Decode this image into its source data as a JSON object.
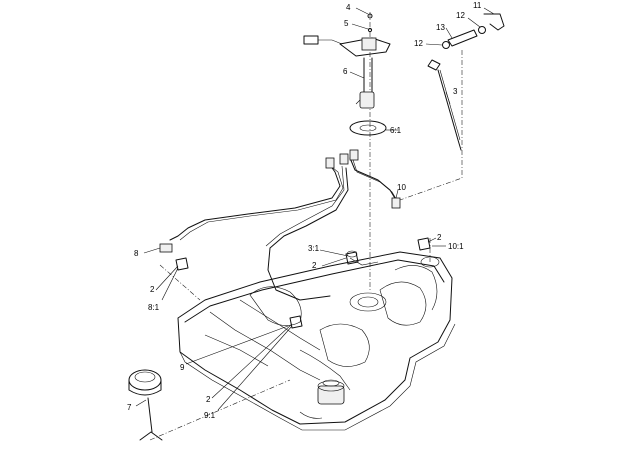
{
  "callouts": [
    {
      "id": "c4",
      "text": "4"
    },
    {
      "id": "c5",
      "text": "5"
    },
    {
      "id": "c6",
      "text": "6"
    },
    {
      "id": "c6_1",
      "text": "6:1"
    },
    {
      "id": "c11",
      "text": "11"
    },
    {
      "id": "c12a",
      "text": "12"
    },
    {
      "id": "c13",
      "text": "13"
    },
    {
      "id": "c12b",
      "text": "12"
    },
    {
      "id": "c3",
      "text": "3"
    },
    {
      "id": "c10",
      "text": "10"
    },
    {
      "id": "c2a",
      "text": "2"
    },
    {
      "id": "c10_1",
      "text": "10:1"
    },
    {
      "id": "c3_1",
      "text": "3:1"
    },
    {
      "id": "c2b",
      "text": "2"
    },
    {
      "id": "c8",
      "text": "8"
    },
    {
      "id": "c2c",
      "text": "2"
    },
    {
      "id": "c8_1",
      "text": "8:1"
    },
    {
      "id": "c9",
      "text": "9"
    },
    {
      "id": "c2d",
      "text": "2"
    },
    {
      "id": "c9_1",
      "text": "9:1"
    },
    {
      "id": "c7",
      "text": "7"
    }
  ]
}
